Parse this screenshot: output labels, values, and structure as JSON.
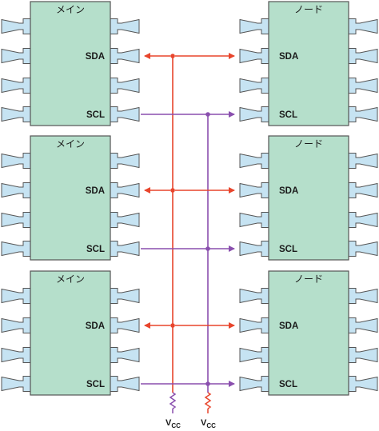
{
  "diagram": {
    "rows": [
      {
        "main": {
          "title": "メイン",
          "sda": "SDA",
          "scl": "SCL"
        },
        "node": {
          "title": "ノード",
          "sda": "SDA",
          "scl": "SCL"
        }
      },
      {
        "main": {
          "title": "メイン",
          "sda": "SDA",
          "scl": "SCL"
        },
        "node": {
          "title": "ノード",
          "sda": "SDA",
          "scl": "SCL"
        }
      },
      {
        "main": {
          "title": "メイン",
          "sda": "SDA",
          "scl": "SCL"
        },
        "node": {
          "title": "ノード",
          "sda": "SDA",
          "scl": "SCL"
        }
      }
    ],
    "pullups": [
      {
        "main": "V",
        "sub": "CC"
      },
      {
        "main": "V",
        "sub": "CC"
      }
    ],
    "colors": {
      "chip_fill": "#b5dfcb",
      "chip_stroke": "#555555",
      "pin_fill": "#c6e3f2",
      "pin_stroke": "#555555",
      "sda_line": "#e8452c",
      "scl_line": "#8a4fae"
    }
  }
}
